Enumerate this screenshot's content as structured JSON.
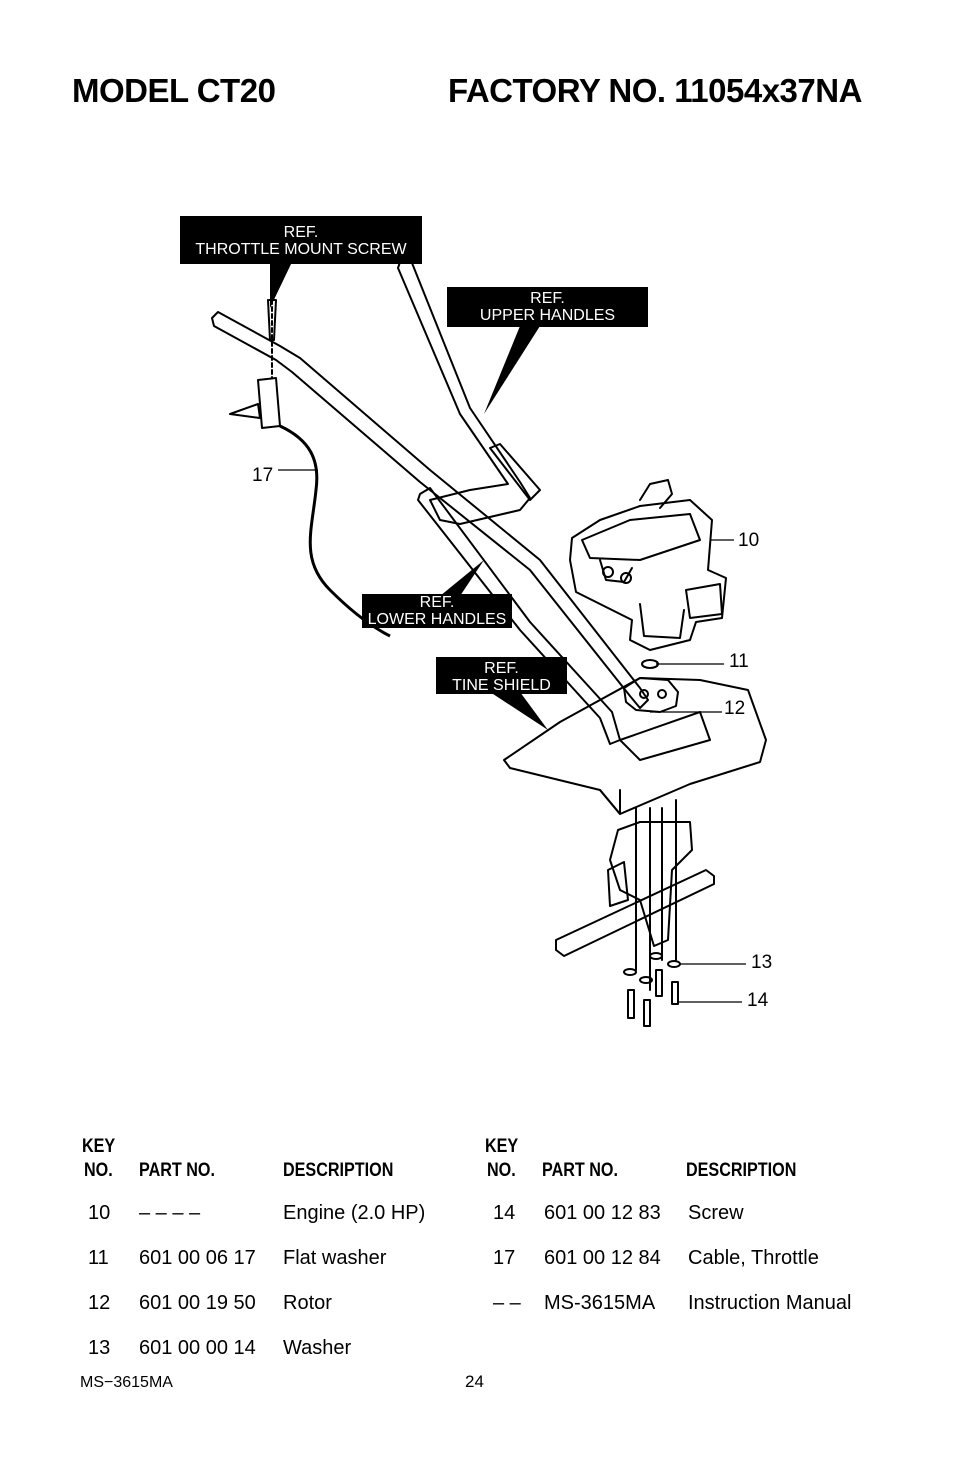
{
  "header": {
    "model": "MODEL CT20",
    "factory": "FACTORY NO. 11054x37NA"
  },
  "diagram": {
    "callouts": {
      "throttle_mount_ref": "REF.",
      "throttle_mount_text": "THROTTLE MOUNT SCREW",
      "upper_handles_ref": "REF.",
      "upper_handles_text": "UPPER HANDLES",
      "lower_handles_ref": "REF.",
      "lower_handles_text": "LOWER HANDLES",
      "tine_shield_ref": "REF.",
      "tine_shield_text": "TINE SHIELD"
    },
    "key_labels": {
      "k10": "10",
      "k11": "11",
      "k12": "12",
      "k13": "13",
      "k14": "14",
      "k17": "17"
    }
  },
  "parts_table": {
    "headers": {
      "key_top": "KEY",
      "key_bottom": "NO.",
      "part_no": "PART NO.",
      "description": "DESCRIPTION"
    },
    "left_rows": [
      {
        "key": "10",
        "part": "– – – –",
        "desc": "Engine (2.0 HP)"
      },
      {
        "key": "11",
        "part": "601 00 06 17",
        "desc": "Flat washer"
      },
      {
        "key": "12",
        "part": "601 00 19 50",
        "desc": "Rotor"
      },
      {
        "key": "13",
        "part": "601 00 00 14",
        "desc": "Washer"
      }
    ],
    "right_rows": [
      {
        "key": "14",
        "part": "601 00 12 83",
        "desc": "Screw"
      },
      {
        "key": "17",
        "part": "601 00 12 84",
        "desc": "Cable, Throttle"
      },
      {
        "key": "– –",
        "part": "MS-3615MA",
        "desc": "Instruction Manual"
      }
    ]
  },
  "footer": {
    "doc_code": "MS−3615MA",
    "page_number": "24"
  }
}
